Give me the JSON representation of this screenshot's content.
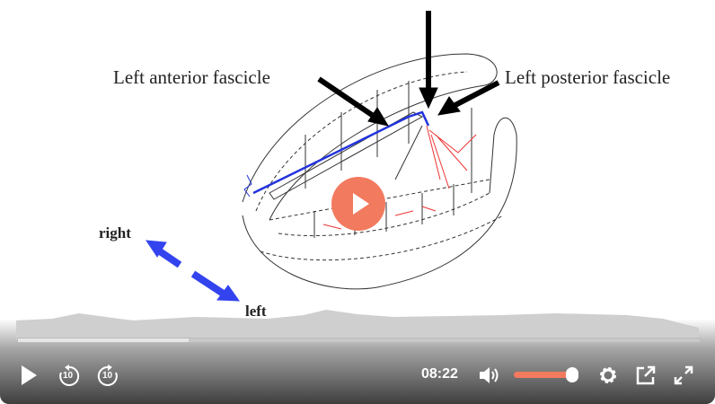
{
  "diagram": {
    "label_left_anterior": "Left anterior fascicle",
    "label_left_posterior": "Left posterior fascicle",
    "label_right": "right",
    "label_left": "left"
  },
  "player": {
    "current_time": "08:22",
    "progress_percent": 25,
    "volume_percent": 100,
    "accent_color": "#f27a5e",
    "icons": [
      "play-icon",
      "rewind-10-icon",
      "forward-10-icon",
      "volume-icon",
      "settings-icon",
      "popout-icon",
      "fullscreen-icon"
    ],
    "skip_back_label": "10",
    "skip_forward_label": "10"
  }
}
